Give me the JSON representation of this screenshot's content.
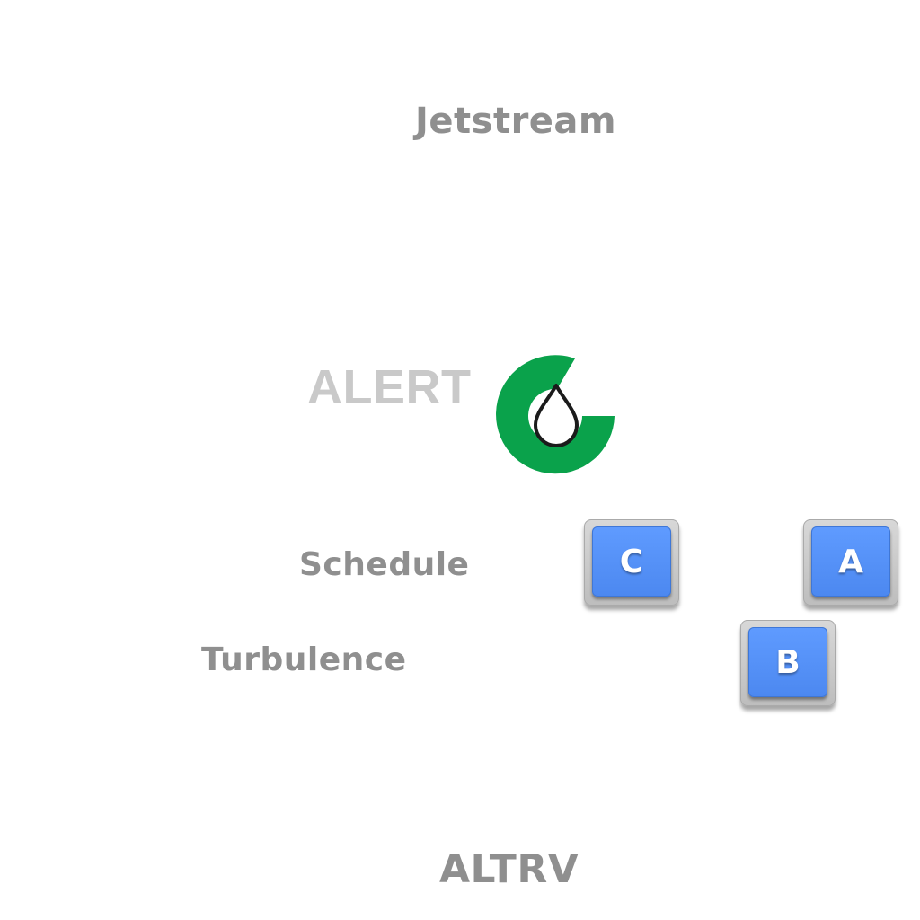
{
  "labels": {
    "jetstream": "Jetstream",
    "alert": "ALERT",
    "schedule": "Schedule",
    "turbulence": "Turbulence",
    "altrv": "ALTRV"
  },
  "logo": {
    "icon": "droplet-in-ring-icon",
    "ring_color": "#0aa24b",
    "drop_color": "#ffffff"
  },
  "keys": {
    "c": "C",
    "a": "A",
    "b": "B"
  },
  "colors": {
    "label_text": "#8f8f8f",
    "alert_text": "#c9c9c9",
    "key_face": "#5b97fb",
    "key_frame": "#cfcfcf"
  }
}
